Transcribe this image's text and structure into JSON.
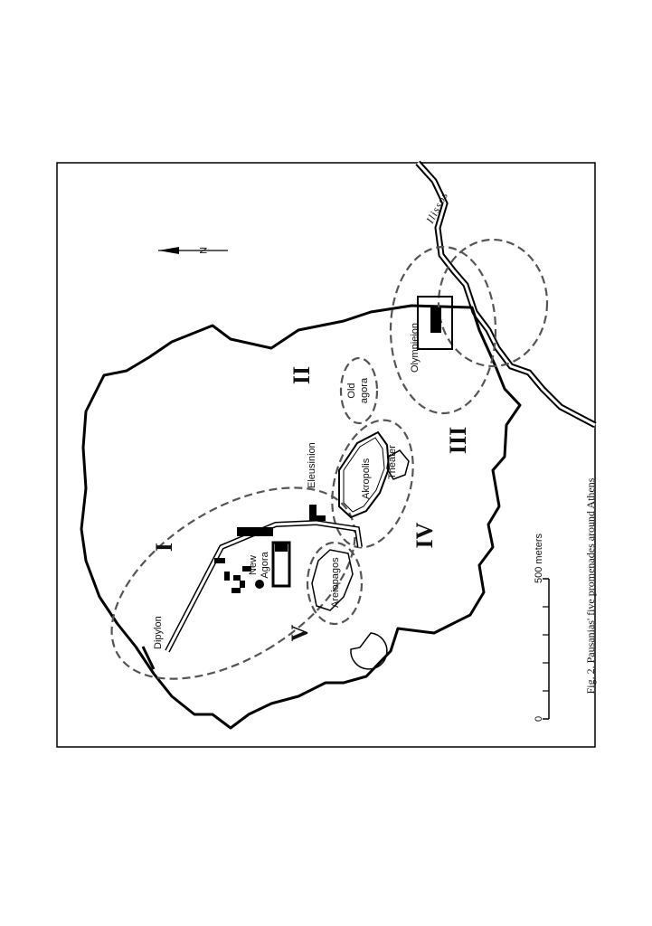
{
  "caption": "Fig. 2. Pausanias' five promenades around Athens",
  "north_label": "N",
  "river_label": "Ilissos",
  "scale": {
    "zero": "0",
    "end": "500 meters"
  },
  "places": {
    "dipylon": "Dipylon",
    "new_agora_1": "New",
    "new_agora_2": "Agora",
    "eleusinion": "Eleusinion",
    "akropolis": "Akropolis",
    "theater": "Theater",
    "areiopagos": "Areiopagos",
    "old_agora_1": "Old",
    "old_agora_2": "agora",
    "olympieion": "Olympieion"
  },
  "promenades": [
    "I",
    "II",
    "III",
    "IV",
    "V"
  ]
}
